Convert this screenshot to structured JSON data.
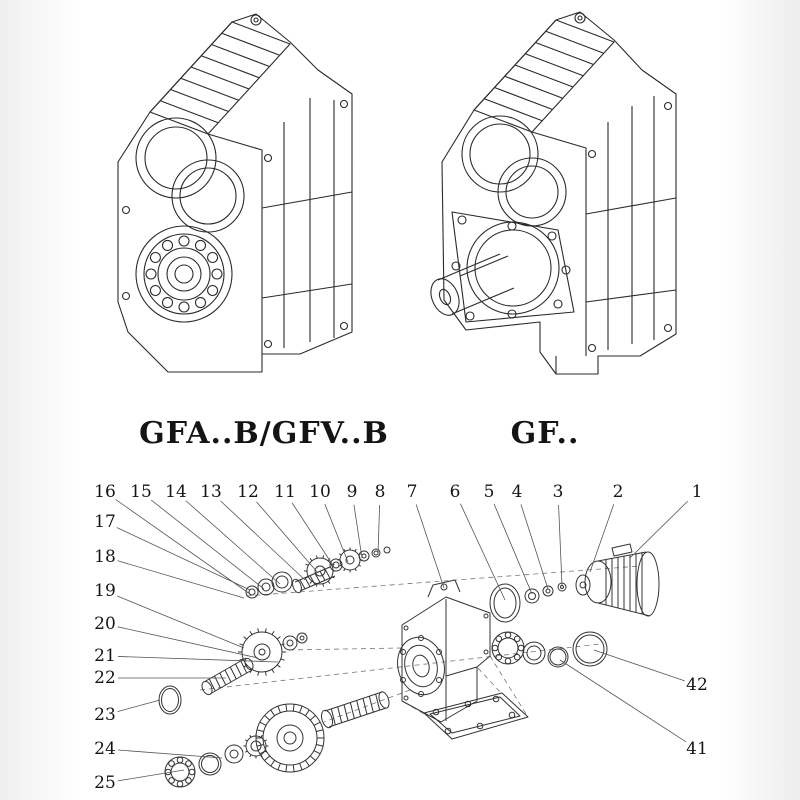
{
  "captions": {
    "left": "GFA..B/GFV..B",
    "right": "GF.."
  },
  "callouts": {
    "top": [
      "16",
      "15",
      "14",
      "13",
      "12",
      "11",
      "10",
      "9",
      "8",
      "7",
      "6",
      "5",
      "4",
      "3",
      "2",
      "1"
    ],
    "left": [
      "17",
      "18",
      "19",
      "20",
      "21",
      "22",
      "23",
      "24",
      "25"
    ],
    "right": [
      "42",
      "41"
    ]
  },
  "colors": {
    "line": "#2b2b2b",
    "leader": "#555555",
    "text": "#141414"
  }
}
